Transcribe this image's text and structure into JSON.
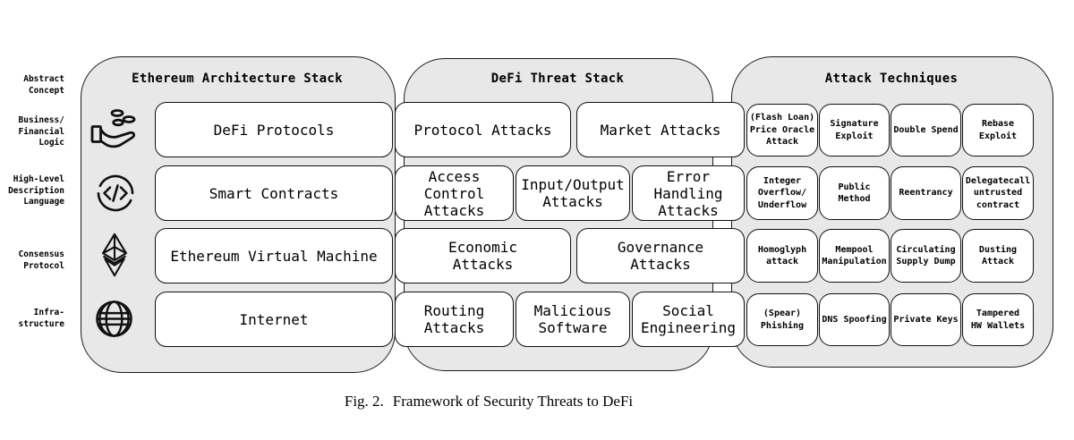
{
  "caption": {
    "fig_label": "Fig. 2.",
    "title": "Framework of Security Threats to DeFi"
  },
  "row_labels": [
    "Abstract\nConcept",
    "Business/\nFinancial\nLogic",
    "High-Level\nDescription\nLanguage",
    "Consensus\nProtocol",
    "Infra-\nstructure"
  ],
  "architecture": {
    "header": "Ethereum Architecture Stack",
    "icons": [
      "hand-coins-icon",
      "code-icon",
      "ethereum-icon",
      "globe-icon"
    ],
    "layers": [
      "DeFi Protocols",
      "Smart Contracts",
      "Ethereum Virtual Machine",
      "Internet"
    ]
  },
  "threats": {
    "header": "DeFi Threat Stack",
    "boxes": [
      "Protocol Attacks",
      "Market Attacks",
      "Access\nControl\nAttacks",
      "Input/Output\nAttacks",
      "Error\nHandling\nAttacks",
      "Economic\nAttacks",
      "Governance\nAttacks",
      "Routing\nAttacks",
      "Malicious\nSoftware",
      "Social\nEngineering"
    ]
  },
  "techniques": {
    "header": "Attack Techniques",
    "boxes": [
      "(Flash Loan)\nPrice Oracle\nAttack",
      "Signature\nExploit",
      "Double Spend",
      "Rebase\nExploit",
      "Integer\nOverflow/\nUnderflow",
      "Public\nMethod",
      "Reentrancy",
      "Delegatecall\nuntrusted\ncontract",
      "Homoglyph\nattack",
      "Mempool\nManipulation",
      "Circulating\nSupply Dump",
      "Dusting\nAttack",
      "(Spear)\nPhishing",
      "DNS Spoofing",
      "Private Keys",
      "Tampered\nHW Wallets"
    ]
  },
  "colors": {
    "container_fill": "#e8e8e8",
    "box_fill": "#ffffff",
    "border": "#111111",
    "text": "#000000"
  }
}
